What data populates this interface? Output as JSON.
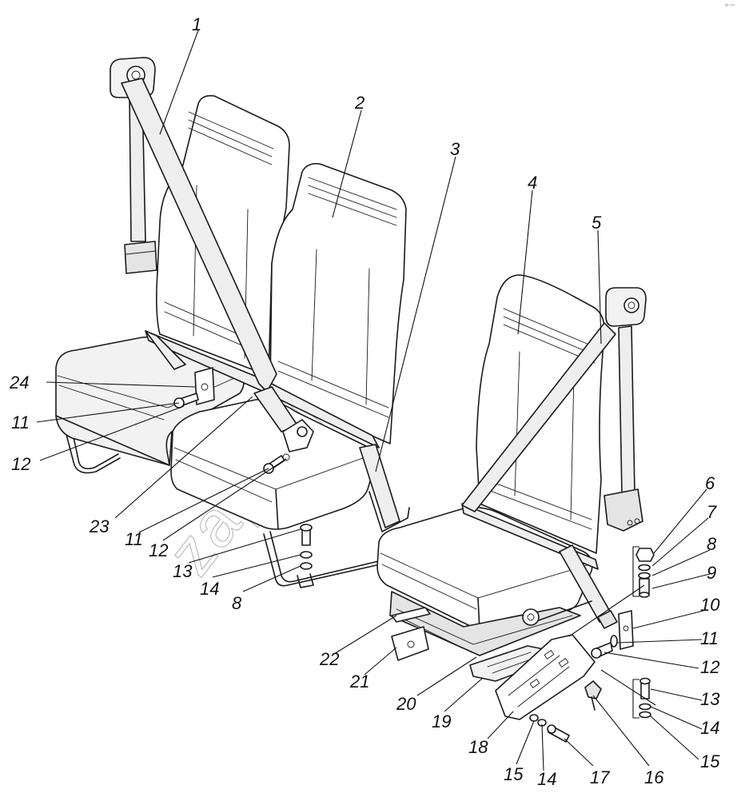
{
  "labels": [
    {
      "id": "l1",
      "text": "1"
    },
    {
      "id": "l2",
      "text": "2"
    },
    {
      "id": "l3",
      "text": "3"
    },
    {
      "id": "l4",
      "text": "4"
    },
    {
      "id": "l5",
      "text": "5"
    },
    {
      "id": "l6",
      "text": "6"
    },
    {
      "id": "l7",
      "text": "7"
    },
    {
      "id": "l8a",
      "text": "8"
    },
    {
      "id": "l9",
      "text": "9"
    },
    {
      "id": "l10",
      "text": "10"
    },
    {
      "id": "l11a",
      "text": "11"
    },
    {
      "id": "l12a",
      "text": "12"
    },
    {
      "id": "l13a",
      "text": "13"
    },
    {
      "id": "l14a",
      "text": "14"
    },
    {
      "id": "l15a",
      "text": "15"
    },
    {
      "id": "l24",
      "text": "24"
    },
    {
      "id": "l11b",
      "text": "11"
    },
    {
      "id": "l12b",
      "text": "12"
    },
    {
      "id": "l23",
      "text": "23"
    },
    {
      "id": "l11c",
      "text": "11"
    },
    {
      "id": "l12c",
      "text": "12"
    },
    {
      "id": "l13b",
      "text": "13"
    },
    {
      "id": "l14b",
      "text": "14"
    },
    {
      "id": "l8b",
      "text": "8"
    },
    {
      "id": "l22",
      "text": "22"
    },
    {
      "id": "l21",
      "text": "21"
    },
    {
      "id": "l20",
      "text": "20"
    },
    {
      "id": "l19",
      "text": "19"
    },
    {
      "id": "l18",
      "text": "18"
    },
    {
      "id": "l15b",
      "text": "15"
    },
    {
      "id": "l14c",
      "text": "14"
    },
    {
      "id": "l17",
      "text": "17"
    },
    {
      "id": "l16",
      "text": "16"
    }
  ],
  "watermark": "zap-lam.ru",
  "corner_mark": "ᵃᵇ ᶜᶜᶜ"
}
